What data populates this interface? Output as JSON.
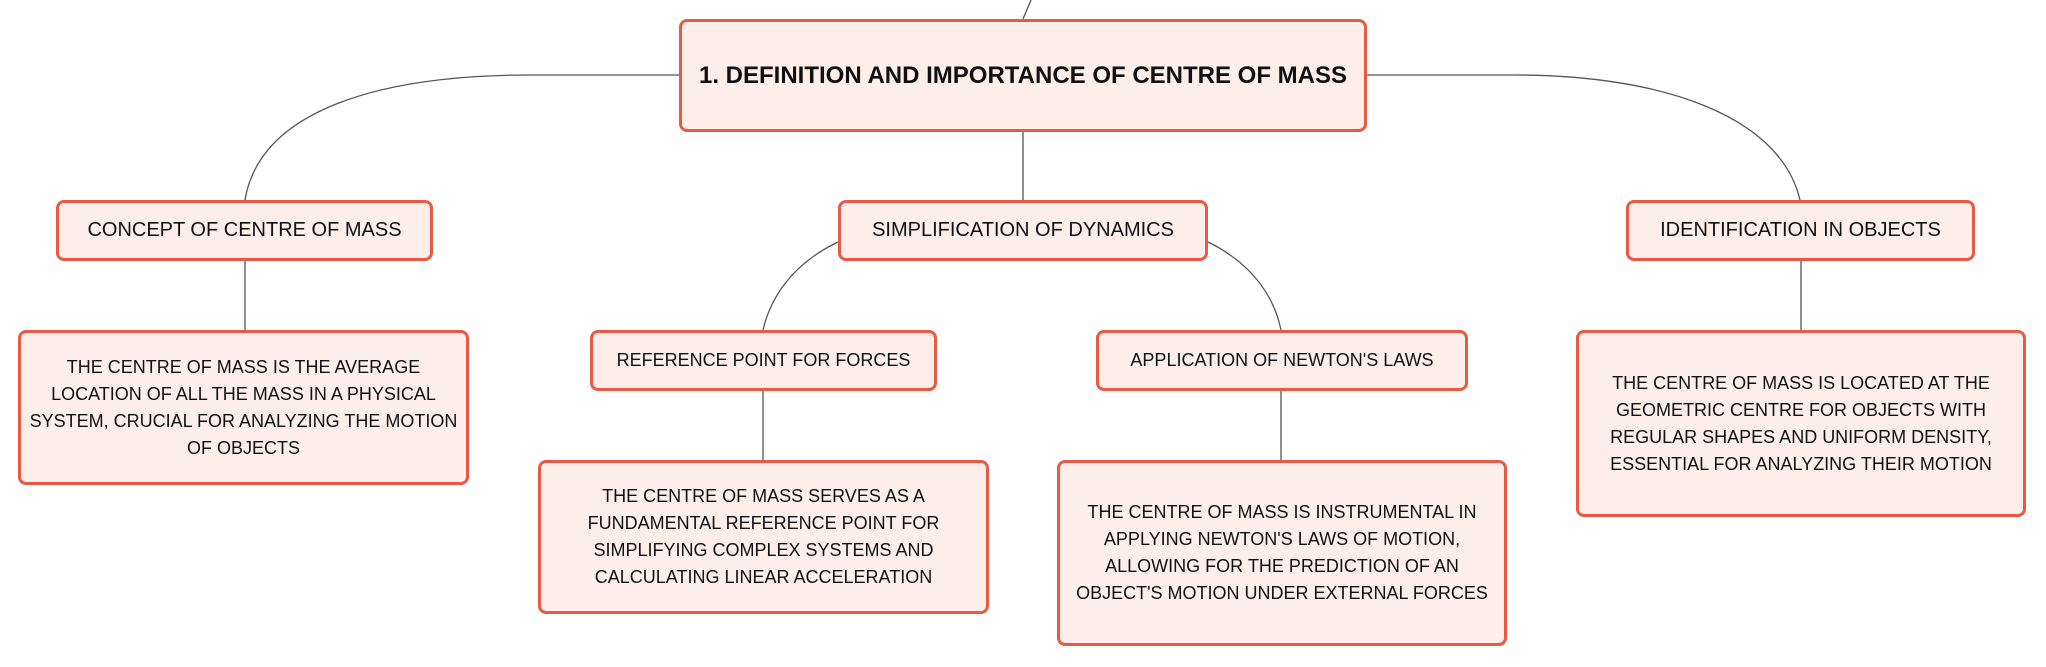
{
  "mindmap": {
    "root": "1. DEFINITION AND IMPORTANCE OF CENTRE OF MASS",
    "topics": {
      "concept": "CONCEPT OF CENTRE OF MASS",
      "simplification": "SIMPLIFICATION OF DYNAMICS",
      "identification": "IDENTIFICATION IN OBJECTS"
    },
    "subtopics": {
      "reference_point": "REFERENCE POINT FOR FORCES",
      "newton": "APPLICATION OF NEWTON'S LAWS"
    },
    "details": {
      "concept": "THE CENTRE OF MASS IS THE AVERAGE LOCATION OF ALL THE MASS IN A PHYSICAL SYSTEM, CRUCIAL FOR ANALYZING THE MOTION OF OBJECTS",
      "reference_point": "THE CENTRE OF MASS SERVES AS A FUNDAMENTAL REFERENCE POINT FOR SIMPLIFYING COMPLEX SYSTEMS AND CALCULATING LINEAR ACCELERATION",
      "newton": "THE CENTRE OF MASS IS INSTRUMENTAL IN APPLYING NEWTON'S LAWS OF MOTION, ALLOWING FOR THE PREDICTION OF AN OBJECT'S MOTION UNDER EXTERNAL FORCES",
      "identification": "THE CENTRE OF MASS IS LOCATED AT THE GEOMETRIC CENTRE FOR OBJECTS WITH REGULAR SHAPES AND UNIFORM DENSITY, ESSENTIAL FOR ANALYZING THEIR MOTION"
    }
  },
  "colors": {
    "node_fill": "#fdeeea",
    "node_border": "#e55b45",
    "connector": "#555555",
    "text": "#111111"
  }
}
